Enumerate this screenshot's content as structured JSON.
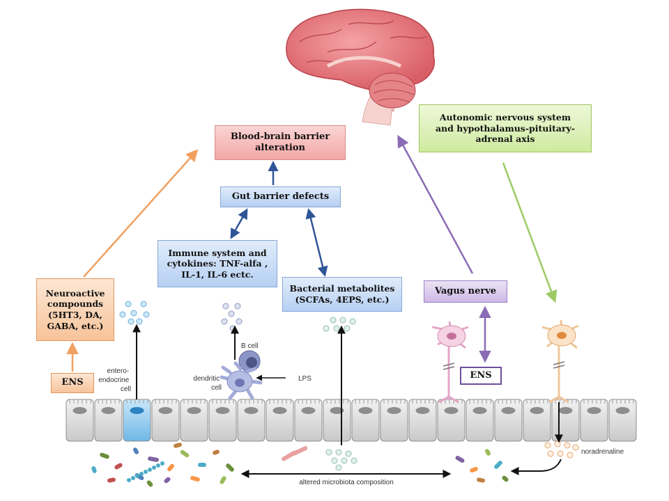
{
  "boxes": {
    "bbb": [
      "Blood-brain barrier",
      "alteration"
    ],
    "gut": "Gut barrier defects",
    "immune": [
      "Immune system and",
      "cytokines: TNF-alfa ,",
      "IL-1, IL-6 ectc."
    ],
    "bacterial": [
      "Bacterial metabolites",
      "(SCFAs, 4EPS, etc.)"
    ],
    "neuroactive": [
      "Neuroactive",
      "compounds",
      "(5HT3, DA,",
      "GABA, etc.)"
    ],
    "ens_left": "ENS",
    "vagus": "Vagus nerve",
    "ens_right": "ENS",
    "autonomic": [
      "Autonomic nervous system",
      "and hypothalamus-pituitary-",
      "adrenal axis"
    ]
  },
  "labels": {
    "entero": [
      "entero-",
      "endocrine",
      "cell"
    ],
    "bcell": "B cell",
    "dendritic": [
      "dendritic",
      "cell"
    ],
    "lps": "LPS",
    "microbiota": "altered microbiota composition",
    "noradrenaline": "noradrenaline"
  },
  "colors": {
    "orange_arrow": "#f0a060",
    "blue_arrow": "#2f5597",
    "purple_arrow": "#8a6bb5",
    "green_arrow": "#9ccb63",
    "brain": "#e8747a",
    "epithelium": "#d8d8d8",
    "enteroendocrine": "#9cd0ef"
  }
}
